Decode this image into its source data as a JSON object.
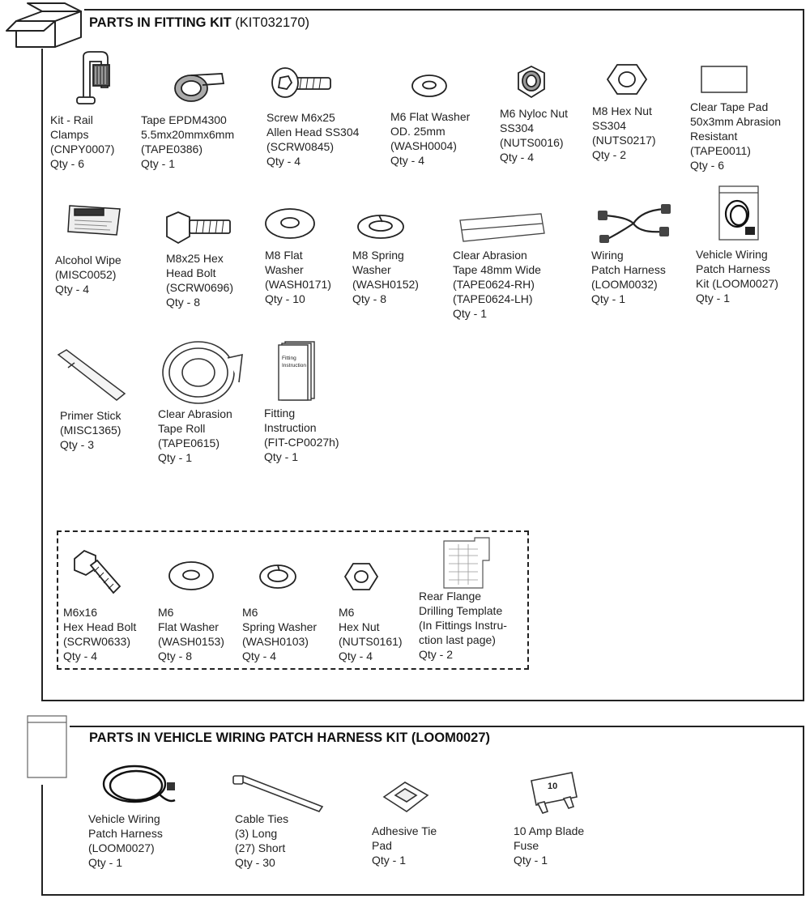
{
  "fitting_kit": {
    "title_bold": "PARTS IN FITTING KIT",
    "title_code": "(KIT032170)",
    "parts": [
      {
        "icon": "rail-clamp-icon",
        "lines": [
          "Kit - Rail",
          "Clamps",
          "(CNPY0007)",
          "Qty - 6"
        ]
      },
      {
        "icon": "tape-roll-icon",
        "lines": [
          "Tape EPDM4300",
          "5.5mx20mmx6mm",
          "(TAPE0386)",
          "Qty - 1"
        ]
      },
      {
        "icon": "allen-screw-icon",
        "lines": [
          "Screw M6x25",
          "Allen Head SS304",
          "(SCRW0845)",
          "Qty - 4"
        ]
      },
      {
        "icon": "flat-washer-icon",
        "lines": [
          "M6 Flat Washer",
          "OD. 25mm",
          "(WASH0004)",
          "Qty - 4"
        ]
      },
      {
        "icon": "nyloc-nut-icon",
        "lines": [
          "M6 Nyloc Nut",
          "SS304",
          "(NUTS0016)",
          "Qty - 4"
        ]
      },
      {
        "icon": "hex-nut-icon",
        "lines": [
          "M8 Hex Nut",
          "SS304",
          "(NUTS0217)",
          "Qty - 2"
        ]
      },
      {
        "icon": "tape-pad-icon",
        "lines": [
          "Clear Tape Pad",
          "50x3mm Abrasion",
          "Resistant",
          "(TAPE0011)",
          "Qty - 6"
        ]
      },
      {
        "icon": "alcohol-wipe-icon",
        "lines": [
          "Alcohol Wipe",
          "(MISC0052)",
          "Qty - 4"
        ]
      },
      {
        "icon": "hex-bolt-icon",
        "lines": [
          "M8x25 Hex",
          "Head Bolt",
          "(SCRW0696)",
          "Qty - 8"
        ]
      },
      {
        "icon": "flat-washer-icon",
        "lines": [
          "M8 Flat",
          "Washer",
          "(WASH0171)",
          "Qty - 10"
        ]
      },
      {
        "icon": "spring-washer-icon",
        "lines": [
          "M8 Spring",
          "Washer",
          "(WASH0152)",
          "Qty - 8"
        ]
      },
      {
        "icon": "abrasion-tape-icon",
        "lines": [
          "Clear Abrasion",
          "Tape 48mm Wide",
          "(TAPE0624-RH)",
          "(TAPE0624-LH)",
          "Qty - 1"
        ]
      },
      {
        "icon": "wiring-harness-icon",
        "lines": [
          "Wiring",
          "Patch Harness",
          "(LOOM0032)",
          "Qty - 1"
        ]
      },
      {
        "icon": "harness-kit-bag-icon",
        "lines": [
          "Vehicle Wiring",
          "Patch Harness",
          "Kit (LOOM0027)",
          "Qty - 1"
        ]
      },
      {
        "icon": "primer-stick-icon",
        "lines": [
          "Primer Stick",
          "(MISC1365)",
          "Qty - 3"
        ]
      },
      {
        "icon": "tape-roll-large-icon",
        "lines": [
          "Clear Abrasion",
          "Tape Roll",
          "(TAPE0615)",
          "Qty - 1"
        ]
      },
      {
        "icon": "booklet-icon",
        "booklet_text": [
          "Fitting",
          "Instruction"
        ],
        "lines": [
          "Fitting",
          "Instruction",
          "(FIT-CP0027h)",
          "Qty - 1"
        ]
      }
    ],
    "dashed_group": [
      {
        "icon": "hex-bolt-icon",
        "lines": [
          "M6x16",
          "Hex Head Bolt",
          "(SCRW0633)",
          "Qty - 4"
        ]
      },
      {
        "icon": "flat-washer-icon",
        "lines": [
          "M6",
          "Flat Washer",
          "(WASH0153)",
          "Qty - 8"
        ]
      },
      {
        "icon": "spring-washer-icon",
        "lines": [
          "M6",
          "Spring Washer",
          "(WASH0103)",
          "Qty - 4"
        ]
      },
      {
        "icon": "hex-nut-icon",
        "lines": [
          "M6",
          "Hex Nut",
          "(NUTS0161)",
          "Qty - 4"
        ]
      },
      {
        "icon": "drilling-template-icon",
        "lines": [
          "Rear Flange",
          "Drilling Template",
          "(In Fittings Instru-",
          "ction last page)",
          "Qty - 2"
        ]
      }
    ]
  },
  "harness_kit": {
    "title": "PARTS IN VEHICLE WIRING PATCH HARNESS KIT (LOOM0027)",
    "parts": [
      {
        "icon": "wiring-coil-icon",
        "lines": [
          "Vehicle Wiring",
          "Patch Harness",
          "(LOOM0027)",
          "Qty - 1"
        ]
      },
      {
        "icon": "cable-tie-icon",
        "lines": [
          "Cable Ties",
          "(3) Long",
          "(27) Short",
          "Qty - 30"
        ]
      },
      {
        "icon": "adhesive-pad-icon",
        "lines": [
          "Adhesive Tie",
          "Pad",
          "Qty - 1"
        ]
      },
      {
        "icon": "blade-fuse-icon",
        "fuse_text": "10",
        "lines": [
          "10 Amp Blade",
          "Fuse",
          "Qty - 1"
        ]
      }
    ]
  }
}
